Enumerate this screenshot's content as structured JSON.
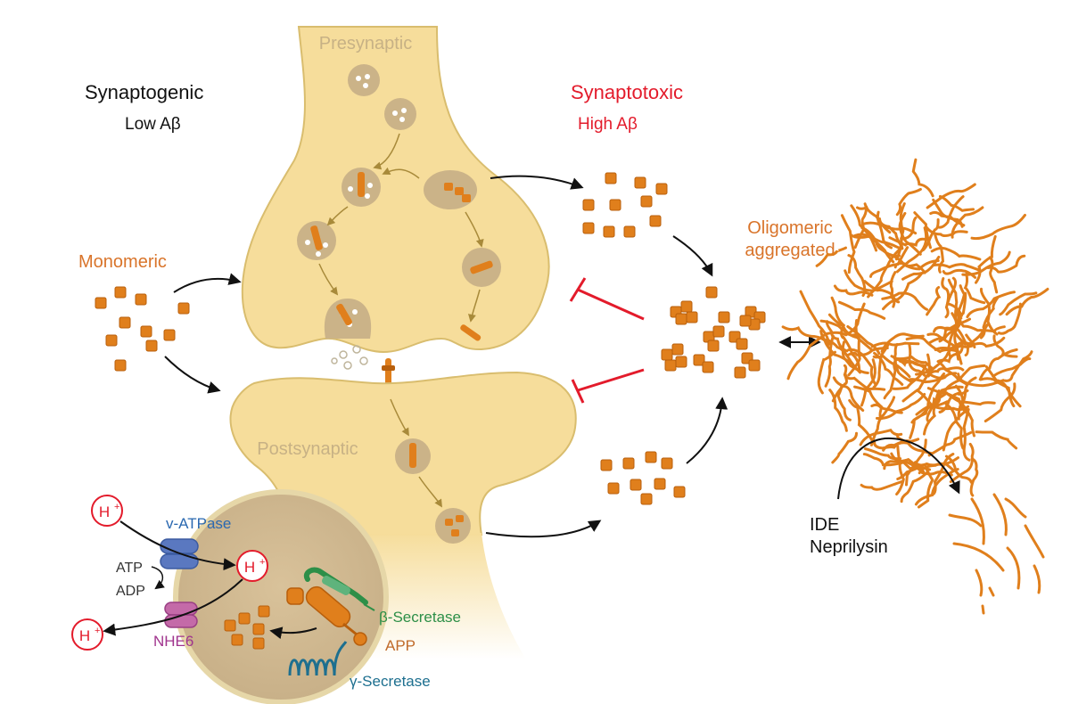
{
  "labels": {
    "synaptogenic": "Synaptogenic",
    "low_ab": "Low Aβ",
    "synaptotoxic": "Synaptotoxic",
    "high_ab": "High Aβ",
    "presynaptic": "Presynaptic",
    "postsynaptic": "Postsynaptic",
    "monomeric": "Monomeric",
    "oligomeric_line1": "Oligomeric",
    "oligomeric_line2": "aggregated",
    "ide": "IDE",
    "neprilysin": "Neprilysin",
    "v_atpase": "v-ATPase",
    "atp": "ATP",
    "adp": "ADP",
    "nhe6": "NHE6",
    "beta_secretase": "β-Secretase",
    "app": "APP",
    "gamma_secretase": "γ-Secretase",
    "proton": "H",
    "proton_charge": "+"
  },
  "colors": {
    "synapse_fill": "#f6dd9b",
    "synapse_stroke": "#d9bd6e",
    "vesicle": "#cbb388",
    "abeta": "#e07f1c",
    "synaptotoxic_red": "#e31b2b",
    "monomeric_orange": "#d9742a",
    "v_atpase_blue": "#2a68b0",
    "nhe6_purple": "#a0348e",
    "beta_green": "#2d8f48",
    "app_orange": "#c06a2a",
    "gamma_teal": "#1d6f8f",
    "arrow": "#111111",
    "pathway_arrow": "#a88a3a"
  }
}
